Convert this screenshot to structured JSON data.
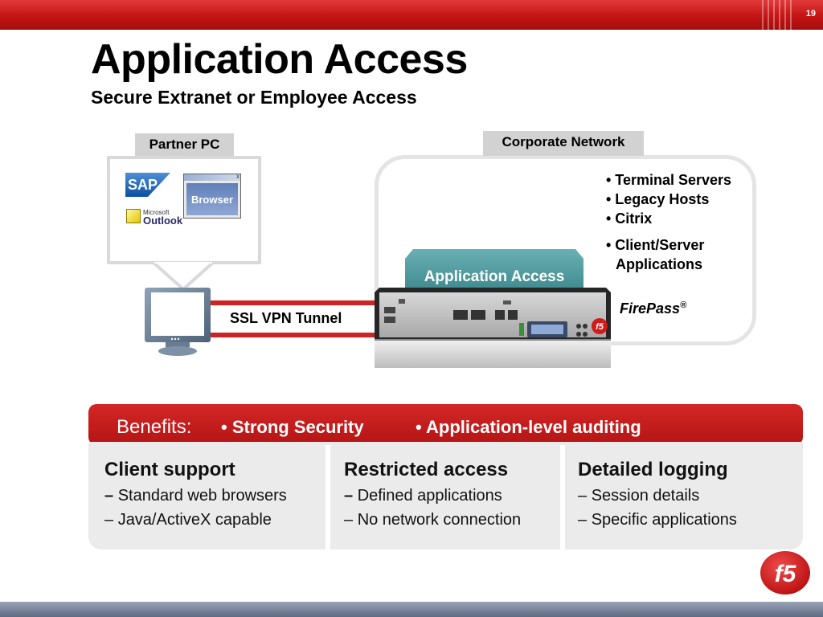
{
  "slide": {
    "number": "19"
  },
  "title": "Application Access",
  "subtitle": "Secure Extranet or Employee Access",
  "partner_pc": {
    "label": "Partner PC",
    "apps": {
      "sap": "SAP",
      "outlook_vendor": "Microsoft",
      "outlook": "Outlook",
      "browser": "Browser",
      "close_glyph": "x"
    }
  },
  "corporate_network": {
    "label": "Corporate Network",
    "bullets": [
      "• Terminal Servers",
      "• Legacy Hosts",
      "• Citrix"
    ],
    "bullet_client_server": [
      "• Client/Server",
      "Applications"
    ],
    "product": "FirePass",
    "product_mark": "®"
  },
  "tunnel": {
    "label": "SSL VPN Tunnel"
  },
  "appliance": {
    "label": "Application Access",
    "logo": "f5"
  },
  "benefits": {
    "label": "Benefits:",
    "items": [
      "• Strong Security",
      "• Application-level auditing"
    ]
  },
  "columns": [
    {
      "heading": "Client support",
      "items": [
        "Standard web browsers",
        "Java/ActiveX capable"
      ],
      "dash_bold": [
        true,
        false
      ]
    },
    {
      "heading": "Restricted access",
      "items": [
        "Defined applications",
        "No network connection"
      ],
      "dash_bold": [
        true,
        false
      ]
    },
    {
      "heading": "Detailed logging",
      "items": [
        "Session details",
        "Specific applications"
      ],
      "dash_bold": [
        false,
        false
      ]
    }
  ],
  "dash": "–",
  "brand": {
    "logo": "f5",
    "color": "#d11a1a"
  }
}
